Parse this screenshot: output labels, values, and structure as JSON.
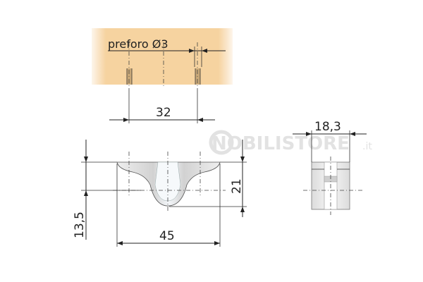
{
  "labels": {
    "preforo": "preforo Ø3",
    "dim_32": "32",
    "dim_18_3": "18,3",
    "dim_21": "21",
    "dim_13_5": "13,5",
    "dim_45": "45"
  },
  "watermark": {
    "brand": "NOBILISTORE",
    "suffix": ".it"
  },
  "colors": {
    "wood": "#f7d7a6",
    "part_fill": "#e6e6e6",
    "part_inner": "#f3f6f9",
    "line": "#222222"
  }
}
